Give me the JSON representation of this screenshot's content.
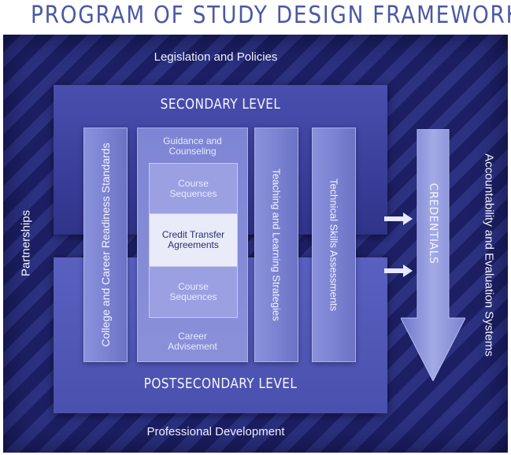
{
  "title": "PROGRAM OF STUDY DESIGN FRAMEWORK",
  "outer": {
    "top_label": "Legislation and Policies",
    "left_label": "Partnerships",
    "right_label": "Accountability and Evaluation Systems",
    "bottom_label": "Professional Development"
  },
  "levels": {
    "secondary": "SECONDARY LEVEL",
    "postsecondary": "POSTSECONDARY LEVEL"
  },
  "columns": {
    "college_career": "College and Career Readiness Standards",
    "teaching": "Teaching and Learning Strategies",
    "technical": "Technical Skills Assessments"
  },
  "center": {
    "guidance": [
      "Guidance and",
      "Counseling"
    ],
    "course_top": [
      "Course",
      "Sequences"
    ],
    "credit_transfer": [
      "Credit Transfer",
      "Agreements"
    ],
    "course_bottom": [
      "Course",
      "Sequences"
    ],
    "career": [
      "Career",
      "Advisement"
    ]
  },
  "credentials": "CREDENTIALS",
  "colors": {
    "title": "#4b58a4",
    "background_dark": "#1c1f63",
    "background_stripe": "#2c3180",
    "secondary_box": "#3a3e9a",
    "postsecondary_box": "#4a50ad",
    "column": "#7c83d2",
    "credit_box": "#e9ebf9",
    "credentials_arrow": "#8f97dc"
  }
}
